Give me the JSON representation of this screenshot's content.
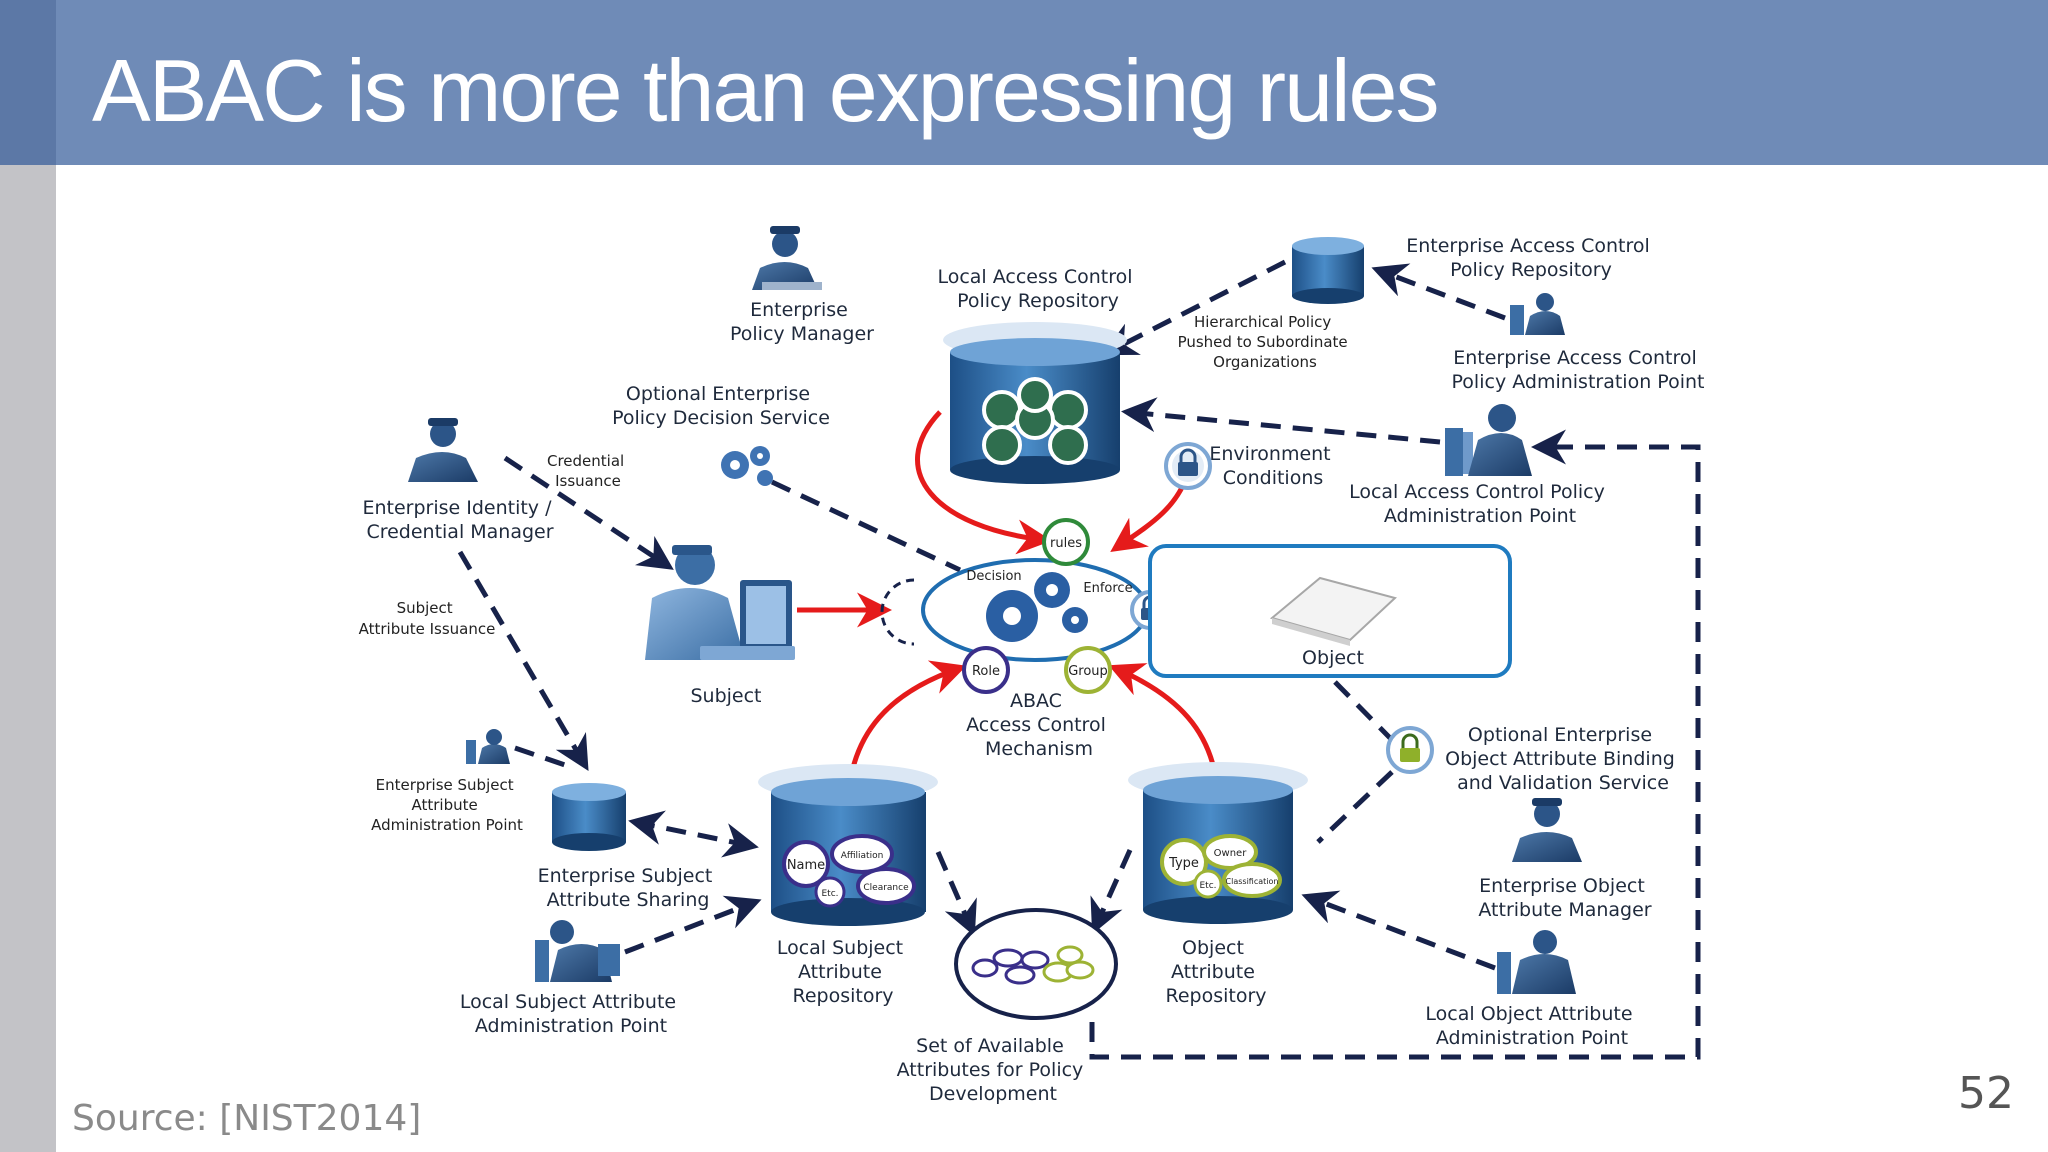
{
  "slide": {
    "title": "ABAC is more than expressing rules",
    "source": "Source: [NIST2014]",
    "page_number": "52"
  },
  "diagram": {
    "enterprise_policy_manager": [
      "Enterprise",
      "Policy  Manager"
    ],
    "local_acp_repo": [
      "Local Access Control",
      "Policy Repository"
    ],
    "hierarchical_policy": [
      "Hierarchical Policy",
      "Pushed to Subordinate",
      "Organizations"
    ],
    "enterprise_acp_repo": [
      "Enterprise Access Control",
      "Policy Repository"
    ],
    "enterprise_acp_admin": [
      "Enterprise Access Control",
      "Policy Administration Point"
    ],
    "optional_pds": [
      "Optional Enterprise",
      "Policy Decision Service"
    ],
    "credential_issuance": [
      "Credential",
      "Issuance"
    ],
    "enterprise_identity": [
      "Enterprise Identity /",
      "Credential Manager"
    ],
    "environment_conditions": [
      "Environment",
      "Conditions"
    ],
    "local_acp_admin": [
      "Local Access Control Policy",
      "Administration Point"
    ],
    "subject_attr_issuance": [
      "Subject",
      "Attribute Issuance"
    ],
    "subject": "Subject",
    "decision": "Decision",
    "enforce": "Enforce",
    "rules": "rules",
    "role": "Role",
    "group": "Group",
    "abac_mechanism": [
      "ABAC",
      "Access Control",
      "Mechanism"
    ],
    "object": "Object",
    "optional_binding": [
      "Optional Enterprise",
      "Object Attribute Binding",
      "and Validation Service"
    ],
    "ent_subject_attr_admin": [
      "Enterprise Subject",
      "Attribute",
      "Administration Point"
    ],
    "ent_subject_attr_sharing": [
      "Enterprise Subject",
      "Attribute Sharing"
    ],
    "local_subject_attr_repo": [
      "Local Subject",
      "Attribute",
      "Repository"
    ],
    "subject_attr_bubbles": {
      "name": "Name",
      "affiliation": "Affiliation",
      "etc": "Etc.",
      "clearance": "Clearance"
    },
    "object_attr_bubbles": {
      "type": "Type",
      "owner": "Owner",
      "etc": "Etc.",
      "classification": "Classification"
    },
    "object_attr_repo": [
      "Object",
      "Attribute",
      "Repository"
    ],
    "ent_object_attr_manager": [
      "Enterprise Object",
      "Attribute Manager"
    ],
    "local_subject_attr_admin": [
      "Local Subject Attribute",
      "Administration Point"
    ],
    "set_of_attributes": [
      "Set of Available",
      "Attributes for Policy",
      "Development"
    ],
    "local_object_attr_admin": [
      "Local Object Attribute",
      "Administration Point"
    ]
  }
}
